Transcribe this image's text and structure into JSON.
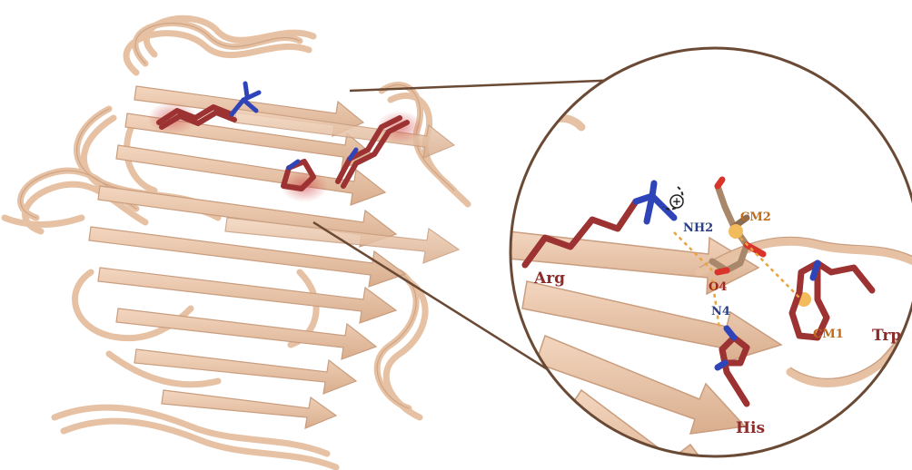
{
  "colors": {
    "protein": "#ecc5a8",
    "protein_edge": "#c79a7c",
    "residue": "#9c3232",
    "nitrogen": "#2f44b8",
    "oxygen": "#d8342a",
    "ligand": "#a8876a",
    "hbond": "#e8a443",
    "zoom_outline": "#6b4a35"
  },
  "labels": {
    "arg": "Arg",
    "his": "His",
    "trp": "Trp",
    "nh2": "NH2",
    "o4": "O4",
    "n4": "N4",
    "cm1": "CM1",
    "cm2": "CM2",
    "charge": "+"
  }
}
